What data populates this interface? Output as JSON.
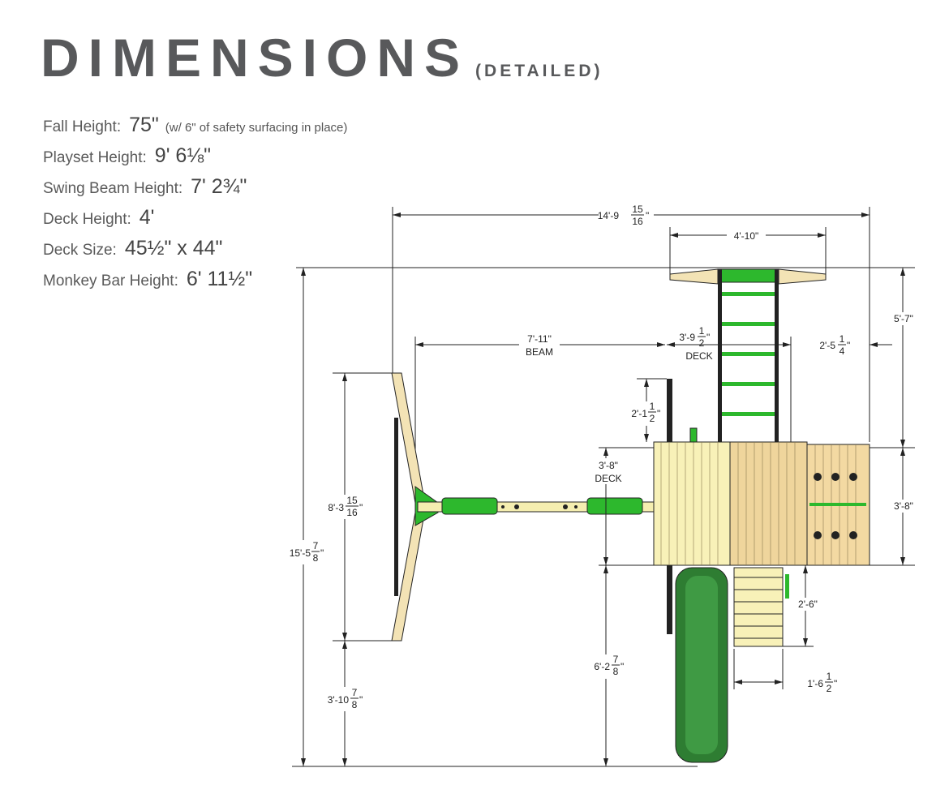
{
  "header": {
    "title": "DIMENSIONS",
    "subtitle": "(DETAILED)"
  },
  "specs": [
    {
      "label": "Fall Height:",
      "value": "75\"",
      "note": "(w/ 6\" of safety surfacing in place)"
    },
    {
      "label": "Playset Height:",
      "value": "9' 6⅛\""
    },
    {
      "label": "Swing Beam Height:",
      "value": "7' 2¾\""
    },
    {
      "label": "Deck Height:",
      "value": "4'"
    },
    {
      "label": "Deck Size:",
      "value": "45½\" x 44\""
    },
    {
      "label": "Monkey Bar Height:",
      "value": "6' 11½\""
    }
  ],
  "dimensions": {
    "overall_width": {
      "whole": "14'-9",
      "num": "15",
      "den": "16",
      "unit": "\""
    },
    "monkey_arms": {
      "text": "4'-10\""
    },
    "beam": {
      "text": "7'-11\"",
      "note": "BEAM"
    },
    "deck_width": {
      "whole": "3'-9",
      "num": "1",
      "den": "2",
      "unit": "\"",
      "note": "DECK"
    },
    "side_panel": {
      "whole": "2'-5",
      "num": "1",
      "den": "4",
      "unit": "\""
    },
    "monkey_depth": {
      "text": "5'-7\""
    },
    "deck_right": {
      "text": "3'-8\""
    },
    "overall_depth": {
      "whole": "15'-5",
      "num": "7",
      "den": "8",
      "unit": "\""
    },
    "aframe": {
      "whole": "8'-3",
      "num": "15",
      "den": "16",
      "unit": "\""
    },
    "aframe_to_edge": {
      "whole": "3'-10",
      "num": "7",
      "den": "8",
      "unit": "\""
    },
    "post_offset": {
      "whole": "2'-1",
      "num": "1",
      "den": "2",
      "unit": "\""
    },
    "deck_depth": {
      "text": "3'-8\"",
      "note": "DECK"
    },
    "slide": {
      "whole": "6'-2",
      "num": "7",
      "den": "8",
      "unit": "\""
    },
    "stairs_depth": {
      "text": "2'-6\""
    },
    "stairs_width": {
      "whole": "1'-6",
      "num": "1",
      "den": "2",
      "unit": "\""
    }
  },
  "colors": {
    "green": "#2db82d",
    "slide": "#2e7d32",
    "deck_light": "#f8f1b8",
    "deck_tan": "#efd59c",
    "text": "#58595b"
  }
}
